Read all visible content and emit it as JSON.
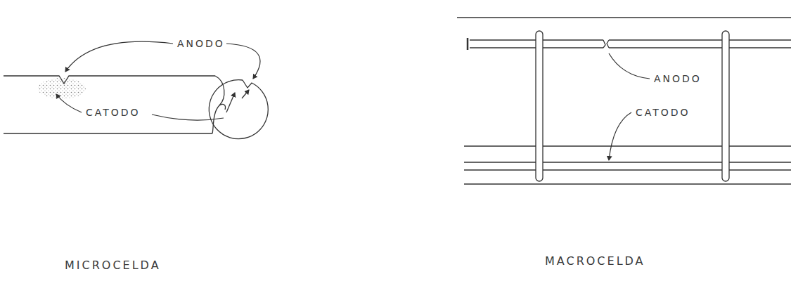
{
  "diagram": {
    "labels": [
      "ANODO",
      "CATODO",
      "ANODO",
      "CATODO",
      "MICROCELDA",
      "MACROCELDA"
    ]
  }
}
